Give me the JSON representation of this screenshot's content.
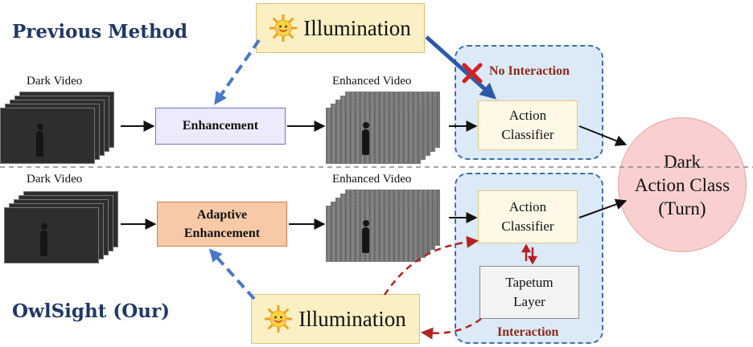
{
  "labels": {
    "previous_method": "Previous Method",
    "owlsight": "OwlSight (Our)",
    "dark_video": "Dark Video",
    "enhanced_video": "Enhanced Video"
  },
  "boxes": {
    "illumination": "Illumination",
    "enhancement": "Enhancement",
    "adaptive_line1": "Adaptive",
    "adaptive_line2": "Enhancement",
    "action_line1": "Action",
    "action_line2": "Classifier",
    "tapetum_line1": "Tapetum",
    "tapetum_line2": "Layer"
  },
  "panels": {
    "no_interaction": "No Interaction",
    "interaction": "Interaction"
  },
  "result": {
    "line1": "Dark",
    "line2": "Action Class",
    "line3": "(Turn)"
  },
  "colors": {
    "heading": "#1f3866",
    "panel_fill": "#dce9f6",
    "panel_border": "#3f6ea8",
    "dashed_blue_arrow": "#4a78c8",
    "dashed_red_arrow": "#b22222",
    "cross": "#d42020",
    "result_fill": "#f9d0cf",
    "adaptive_fill": "#f7c9a6",
    "illumination_fill": "#fbf0c4"
  },
  "icons": [
    "sun-icon",
    "cross-icon",
    "bidirectional-arrow-icon"
  ]
}
